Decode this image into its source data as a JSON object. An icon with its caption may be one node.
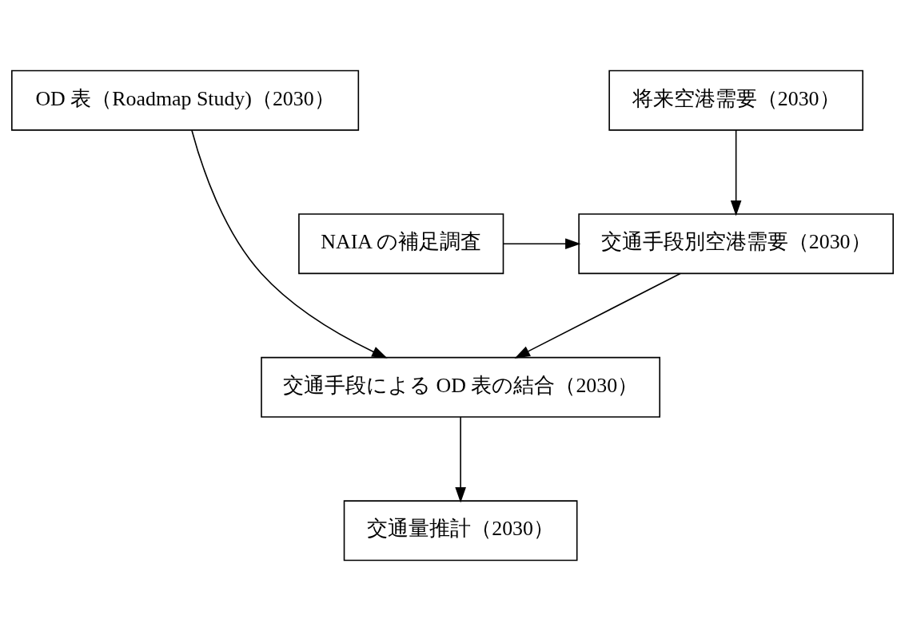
{
  "diagram": {
    "nodes": [
      {
        "text": [
          "OD 表（Roadmap Study)（2030）"
        ]
      },
      {
        "text": [
          "将来空港需要（2030）"
        ]
      },
      {
        "text": [
          "NAIA の補足調査"
        ]
      },
      {
        "text": [
          "交通手段別空港需要（2030）"
        ]
      },
      {
        "text": [
          "交通手段による OD 表の結合（2030）"
        ]
      },
      {
        "text": [
          "交通量推計（2030）"
        ]
      }
    ],
    "edges": [
      {
        "from": 0,
        "to": 4,
        "arrow": "to"
      },
      {
        "from": 1,
        "to": 3,
        "arrow": "to"
      },
      {
        "from": 2,
        "to": 3,
        "arrow": "to"
      },
      {
        "from": 3,
        "to": 4,
        "arrow": "to"
      },
      {
        "from": 4,
        "to": 5,
        "arrow": "to"
      }
    ]
  }
}
